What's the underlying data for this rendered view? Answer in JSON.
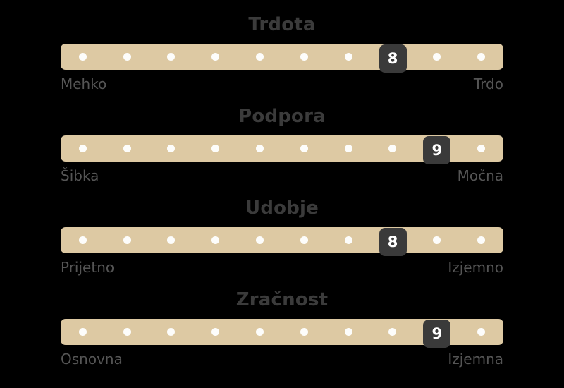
{
  "panel": {
    "background_color": "#000000",
    "track_color": "#ddc9a3",
    "tick_color": "#fdfdfb",
    "badge_color": "#3a3a3a",
    "badge_text_color": "#ffffff",
    "title_color": "#3b3b3b",
    "label_color": "#555555",
    "scale_min": 1,
    "scale_max": 10
  },
  "ratings": [
    {
      "title": "Trdota",
      "value": "8",
      "value_number": 8,
      "left_label": "Mehko",
      "right_label": "Trdo"
    },
    {
      "title": "Podpora",
      "value": "9",
      "value_number": 9,
      "left_label": "Šibka",
      "right_label": "Močna"
    },
    {
      "title": "Udobje",
      "value": "8",
      "value_number": 8,
      "left_label": "Prijetno",
      "right_label": "Izjemno"
    },
    {
      "title": "Zračnost",
      "value": "9",
      "value_number": 9,
      "left_label": "Osnovna",
      "right_label": "Izjemna"
    }
  ]
}
